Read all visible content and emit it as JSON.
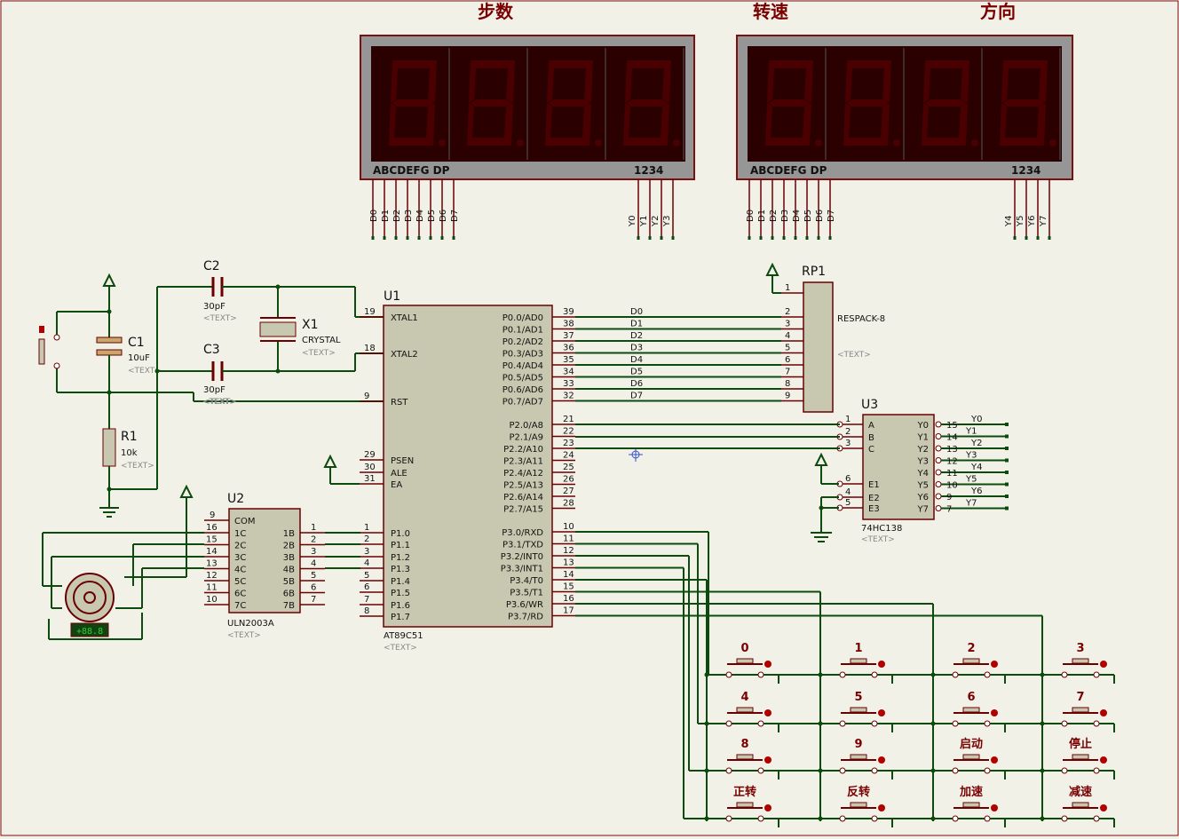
{
  "display_titles": {
    "steps": "步数",
    "speed": "转速",
    "direction": "方向"
  },
  "displays": {
    "pin_labels_left": "ABCDEFG  DP",
    "pin_labels_right": "1234",
    "left_nets_data": [
      "D0",
      "D1",
      "D2",
      "D3",
      "D4",
      "D5",
      "D6",
      "D7"
    ],
    "left_nets_sel": [
      "Y0",
      "Y1",
      "Y2",
      "Y3"
    ],
    "right_nets_data": [
      "D0",
      "D1",
      "D2",
      "D3",
      "D4",
      "D5",
      "D6",
      "D7"
    ],
    "right_nets_sel": [
      "Y4",
      "Y5",
      "Y6",
      "Y7"
    ]
  },
  "c1": {
    "ref": "C1",
    "value": "10uF",
    "text": "<TEXT>"
  },
  "c2": {
    "ref": "C2",
    "value": "30pF",
    "text": "<TEXT>"
  },
  "c3": {
    "ref": "C3",
    "value": "30pF",
    "text": "<TEXT>"
  },
  "x1": {
    "ref": "X1",
    "value": "CRYSTAL",
    "text": "<TEXT>"
  },
  "r1": {
    "ref": "R1",
    "value": "10k",
    "text": "<TEXT>"
  },
  "u1": {
    "ref": "U1",
    "part": "AT89C51",
    "text": "<TEXT>",
    "left_pins": [
      {
        "num": "19",
        "name": "XTAL1"
      },
      {
        "num": "18",
        "name": "XTAL2"
      },
      {
        "num": "9",
        "name": "RST"
      },
      {
        "num": "29",
        "name": "PSEN"
      },
      {
        "num": "30",
        "name": "ALE"
      },
      {
        "num": "31",
        "name": "EA"
      },
      {
        "num": "1",
        "name": "P1.0"
      },
      {
        "num": "2",
        "name": "P1.1"
      },
      {
        "num": "3",
        "name": "P1.2"
      },
      {
        "num": "4",
        "name": "P1.3"
      },
      {
        "num": "5",
        "name": "P1.4"
      },
      {
        "num": "6",
        "name": "P1.5"
      },
      {
        "num": "7",
        "name": "P1.6"
      },
      {
        "num": "8",
        "name": "P1.7"
      }
    ],
    "right_pins": [
      {
        "num": "39",
        "name": "P0.0/AD0"
      },
      {
        "num": "38",
        "name": "P0.1/AD1"
      },
      {
        "num": "37",
        "name": "P0.2/AD2"
      },
      {
        "num": "36",
        "name": "P0.3/AD3"
      },
      {
        "num": "35",
        "name": "P0.4/AD4"
      },
      {
        "num": "34",
        "name": "P0.5/AD5"
      },
      {
        "num": "33",
        "name": "P0.6/AD6"
      },
      {
        "num": "32",
        "name": "P0.7/AD7"
      },
      {
        "num": "21",
        "name": "P2.0/A8"
      },
      {
        "num": "22",
        "name": "P2.1/A9"
      },
      {
        "num": "23",
        "name": "P2.2/A10"
      },
      {
        "num": "24",
        "name": "P2.3/A11"
      },
      {
        "num": "25",
        "name": "P2.4/A12"
      },
      {
        "num": "26",
        "name": "P2.5/A13"
      },
      {
        "num": "27",
        "name": "P2.6/A14"
      },
      {
        "num": "28",
        "name": "P2.7/A15"
      },
      {
        "num": "10",
        "name": "P3.0/RXD"
      },
      {
        "num": "11",
        "name": "P3.1/TXD"
      },
      {
        "num": "12",
        "name": "P3.2/INT0"
      },
      {
        "num": "13",
        "name": "P3.3/INT1"
      },
      {
        "num": "14",
        "name": "P3.4/T0"
      },
      {
        "num": "15",
        "name": "P3.5/T1"
      },
      {
        "num": "16",
        "name": "P3.6/WR"
      },
      {
        "num": "17",
        "name": "P3.7/RD"
      }
    ],
    "p0_nets": [
      "D0",
      "D1",
      "D2",
      "D3",
      "D4",
      "D5",
      "D6",
      "D7"
    ]
  },
  "rp1": {
    "ref": "RP1",
    "part": "RESPACK-8",
    "text": "<TEXT>",
    "pins": [
      "1",
      "2",
      "3",
      "4",
      "5",
      "6",
      "7",
      "8",
      "9"
    ]
  },
  "u3": {
    "ref": "U3",
    "part": "74HC138",
    "text": "<TEXT>",
    "left_pins": [
      {
        "num": "1",
        "name": "A"
      },
      {
        "num": "2",
        "name": "B"
      },
      {
        "num": "3",
        "name": "C"
      },
      {
        "num": "6",
        "name": "E1"
      },
      {
        "num": "4",
        "name": "E2"
      },
      {
        "num": "5",
        "name": "E3"
      }
    ],
    "right_pins": [
      {
        "num": "15",
        "name": "Y0",
        "net": "Y0"
      },
      {
        "num": "14",
        "name": "Y1",
        "net": "Y1"
      },
      {
        "num": "13",
        "name": "Y2",
        "net": "Y2"
      },
      {
        "num": "12",
        "name": "Y3",
        "net": "Y3"
      },
      {
        "num": "11",
        "name": "Y4",
        "net": "Y4"
      },
      {
        "num": "10",
        "name": "Y5",
        "net": "Y5"
      },
      {
        "num": "9",
        "name": "Y6",
        "net": "Y6"
      },
      {
        "num": "7",
        "name": "Y7",
        "net": "Y7"
      }
    ]
  },
  "u2": {
    "ref": "U2",
    "part": "ULN2003A",
    "text": "<TEXT>",
    "com": {
      "num": "9",
      "name": "COM"
    },
    "left_pins": [
      {
        "num": "16",
        "name": "1C"
      },
      {
        "num": "15",
        "name": "2C"
      },
      {
        "num": "14",
        "name": "3C"
      },
      {
        "num": "13",
        "name": "4C"
      },
      {
        "num": "12",
        "name": "5C"
      },
      {
        "num": "11",
        "name": "6C"
      },
      {
        "num": "10",
        "name": "7C"
      }
    ],
    "right_pins": [
      {
        "num": "1",
        "name": "1B"
      },
      {
        "num": "2",
        "name": "2B"
      },
      {
        "num": "3",
        "name": "3B"
      },
      {
        "num": "4",
        "name": "4B"
      },
      {
        "num": "5",
        "name": "5B"
      },
      {
        "num": "6",
        "name": "6B"
      },
      {
        "num": "7",
        "name": "7B"
      }
    ]
  },
  "motor": {
    "readout": "+88.8"
  },
  "keys": [
    "0",
    "1",
    "2",
    "3",
    "4",
    "5",
    "6",
    "7",
    "8",
    "9",
    "启动",
    "停止",
    "正转",
    "反转",
    "加速",
    "减速"
  ]
}
